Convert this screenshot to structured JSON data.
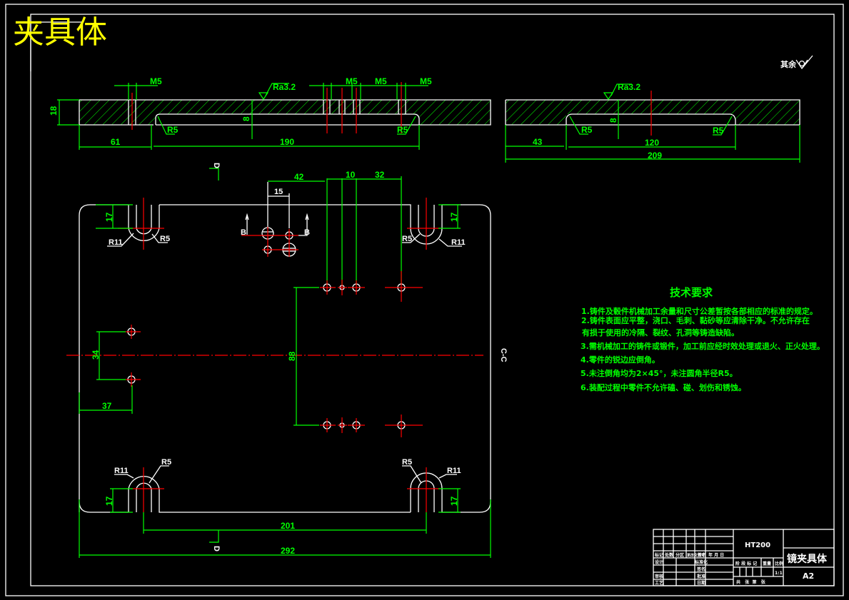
{
  "sheet": {
    "title": "夹具体",
    "surface_note": "其余",
    "roughness_label": "Ra3.2"
  },
  "section_view_top": {
    "dims": {
      "thickness": "18",
      "left_offset": "61",
      "slot_length": "190",
      "hole_m5_1": "M5",
      "hole_m5_2": "M5",
      "hole_m5_3": "M5",
      "hole_m5_4": "M5",
      "fillet_left": "R5",
      "fillet_right": "R5",
      "depth": "8"
    }
  },
  "section_view_side": {
    "dims": {
      "left_offset": "43",
      "slot_length": "120",
      "total_length": "209",
      "fillet_left": "R5",
      "fillet_right": "R5",
      "depth": "8"
    }
  },
  "plan_view": {
    "dims": {
      "d42": "42",
      "d10": "10",
      "d32": "32",
      "d15": "15",
      "d17_tl": "17",
      "d17_tr": "17",
      "d17_bl": "17",
      "d17_br": "17",
      "r11_tl": "R11",
      "r5_tl": "R5",
      "r11_tr": "R11",
      "r5_tr": "R5",
      "r11_bl": "R11",
      "r5_bl": "R5",
      "r11_br": "R11",
      "r5_br": "R5",
      "d34": "34",
      "d37": "37",
      "d88": "88",
      "d201": "201",
      "d292": "292"
    },
    "section_marks": {
      "b_left": "B",
      "b_right": "B",
      "d_top": "D",
      "d_bottom": "D",
      "cc": "C-C"
    }
  },
  "technical_requirements": {
    "heading": "技术要求",
    "items": [
      "1.铸件及毂件机械加工余量和尺寸公差暂按各部相应的标准的规定。",
      "2.铸件表面应平整，浇口、毛刺、黏砂等应清除干净。不允许存在",
      "有损于使用的冷隔、裂纹、孔洞等铸造缺陷。",
      "3.需机械加工的铸件或锻件，加工前应经时效处理或退火、正火处理。",
      "4.零件的锐边应倒角。",
      "5.未注倒角均为2×45°，未注圆角半径R5。",
      "6.装配过程中零件不允许磕、碰、划伤和锈蚀。"
    ]
  },
  "title_block": {
    "material": "HT200",
    "part_name": "镜夹具体",
    "sheet_size": "A2",
    "row_labels": [
      "标记",
      "处数",
      "分区",
      "更改文件号",
      "签名",
      "年 月 日"
    ],
    "left_labels": [
      "设计",
      "",
      "审核",
      "工艺"
    ],
    "mid_labels": [
      "标准化",
      "签名",
      "批准",
      "日期"
    ],
    "stage_labels": [
      "阶 段 标 记",
      "重量",
      "比例"
    ],
    "scale": "1:1",
    "sheet_count": "共   张  第   张"
  },
  "colors": {
    "background": "#000000",
    "outline": "#ffffff",
    "dimension": "#00ff00",
    "centerline": "#ff0000",
    "title": "#ffff00"
  }
}
